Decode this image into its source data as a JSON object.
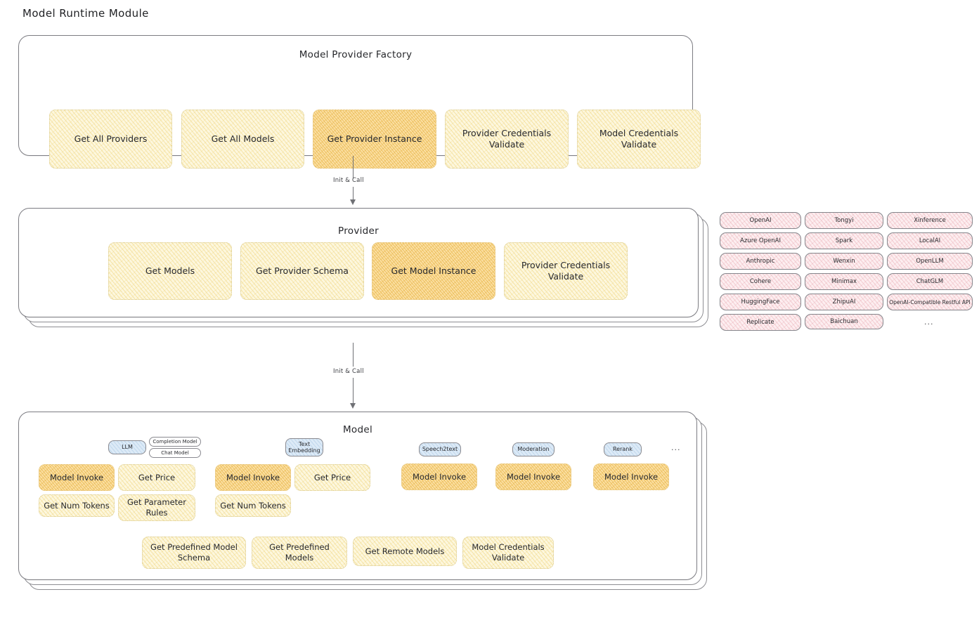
{
  "page": {
    "title": "Model Runtime Module"
  },
  "factory": {
    "title": "Model Provider Factory",
    "nodes": [
      {
        "label": "Get All Providers",
        "highlight": false
      },
      {
        "label": "Get All Models",
        "highlight": false
      },
      {
        "label": "Get Provider Instance",
        "highlight": true
      },
      {
        "label": "Provider Credentials Validate",
        "highlight": false
      },
      {
        "label": "Model Credentials Validate",
        "highlight": false
      }
    ]
  },
  "arrow1": {
    "label": "Init & Call"
  },
  "provider": {
    "title": "Provider",
    "nodes": [
      {
        "label": "Get Models",
        "highlight": false
      },
      {
        "label": "Get Provider Schema",
        "highlight": false
      },
      {
        "label": "Get Model Instance",
        "highlight": true
      },
      {
        "label": "Provider Credentials Validate",
        "highlight": false
      }
    ]
  },
  "arrow2": {
    "label": "Init & Call"
  },
  "provider_list": {
    "column1": [
      "OpenAI",
      "Azure OpenAI",
      "Anthropic",
      "Cohere",
      "HuggingFace",
      "Replicate"
    ],
    "column2": [
      "Tongyi",
      "Spark",
      "Wenxin",
      "Minimax",
      "ZhipuAI",
      "Baichuan"
    ],
    "column3": [
      "Xinference",
      "LocalAI",
      "OpenLLM",
      "ChatGLM",
      "OpenAI-Compatible Restful API"
    ],
    "more": "..."
  },
  "model": {
    "title": "Model",
    "more": "...",
    "types": [
      {
        "badge": "LLM",
        "sub_badges": [
          "Completion Model",
          "Chat Model"
        ],
        "ops": [
          {
            "label": "Model Invoke",
            "highlight": true
          },
          {
            "label": "Get Price",
            "highlight": false
          },
          {
            "label": "Get Num Tokens",
            "highlight": false
          },
          {
            "label": "Get Parameter Rules",
            "highlight": false
          }
        ]
      },
      {
        "badge": "Text Embedding",
        "sub_badges": [],
        "ops": [
          {
            "label": "Model Invoke",
            "highlight": true
          },
          {
            "label": "Get Price",
            "highlight": false
          },
          {
            "label": "Get Num Tokens",
            "highlight": false
          }
        ]
      },
      {
        "badge": "Speech2text",
        "sub_badges": [],
        "ops": [
          {
            "label": "Model Invoke",
            "highlight": true
          }
        ]
      },
      {
        "badge": "Moderation",
        "sub_badges": [],
        "ops": [
          {
            "label": "Model Invoke",
            "highlight": true
          }
        ]
      },
      {
        "badge": "Rerank",
        "sub_badges": [],
        "ops": [
          {
            "label": "Model Invoke",
            "highlight": true
          }
        ]
      }
    ],
    "common_ops": [
      "Get Predefined Model Schema",
      "Get Predefined Models",
      "Get Remote Models",
      "Model Credentials Validate"
    ]
  },
  "colors": {
    "fill_yellow": "#fdf7de",
    "fill_amber": "#fbe0a3",
    "fill_pink": "#fdeef0",
    "fill_blue": "#dceaf7",
    "border_gray": "#8a8a90",
    "text": "#27282c"
  }
}
